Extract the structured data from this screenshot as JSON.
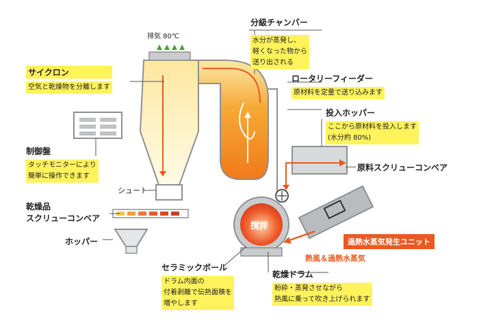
{
  "exhaust": "排気 80℃",
  "cyclone": {
    "title": "サイクロン",
    "desc": "空気と乾燥物を分離します"
  },
  "classifier": {
    "title": "分級チャンバー",
    "desc": "水分が蒸発し、\n軽くなった物から\n送り出される"
  },
  "rotary_feeder": {
    "title": "ロータリーフィーダー",
    "desc": "原材料を定量で送り込みます"
  },
  "hopper_in": {
    "title": "投入ホッパー",
    "desc": "ここから原材料を投入します\n(水分約 80%)"
  },
  "material_conveyor": {
    "title": "原料スクリューコンベア"
  },
  "control_panel": {
    "title": "制御盤",
    "desc": "タッチモニターにより\n簡単に操作できます"
  },
  "chute": {
    "title": "シュート"
  },
  "product_conveyor": {
    "title": "乾燥品\nスクリューコンベア"
  },
  "hopper_out": {
    "title": "ホッパー"
  },
  "stir": "撹拌",
  "steam_unit": "過熱水蒸気発生ユニット",
  "hot_air": "熱風＆過熱水蒸気",
  "ceramic_ball": {
    "title": "セラミックボール",
    "desc": "ドラム内面の\n付着剥離で伝熱面積を\n増やします"
  },
  "drum": {
    "title": "乾燥ドラム",
    "desc": "粉砕・蒸発させながら\n熱風に乗って吹き上げられます"
  },
  "colors": {
    "highlight": "#fff35c",
    "accent": "#e85a1f",
    "machine": "#b9bcbf",
    "hot": "#f5a623"
  }
}
